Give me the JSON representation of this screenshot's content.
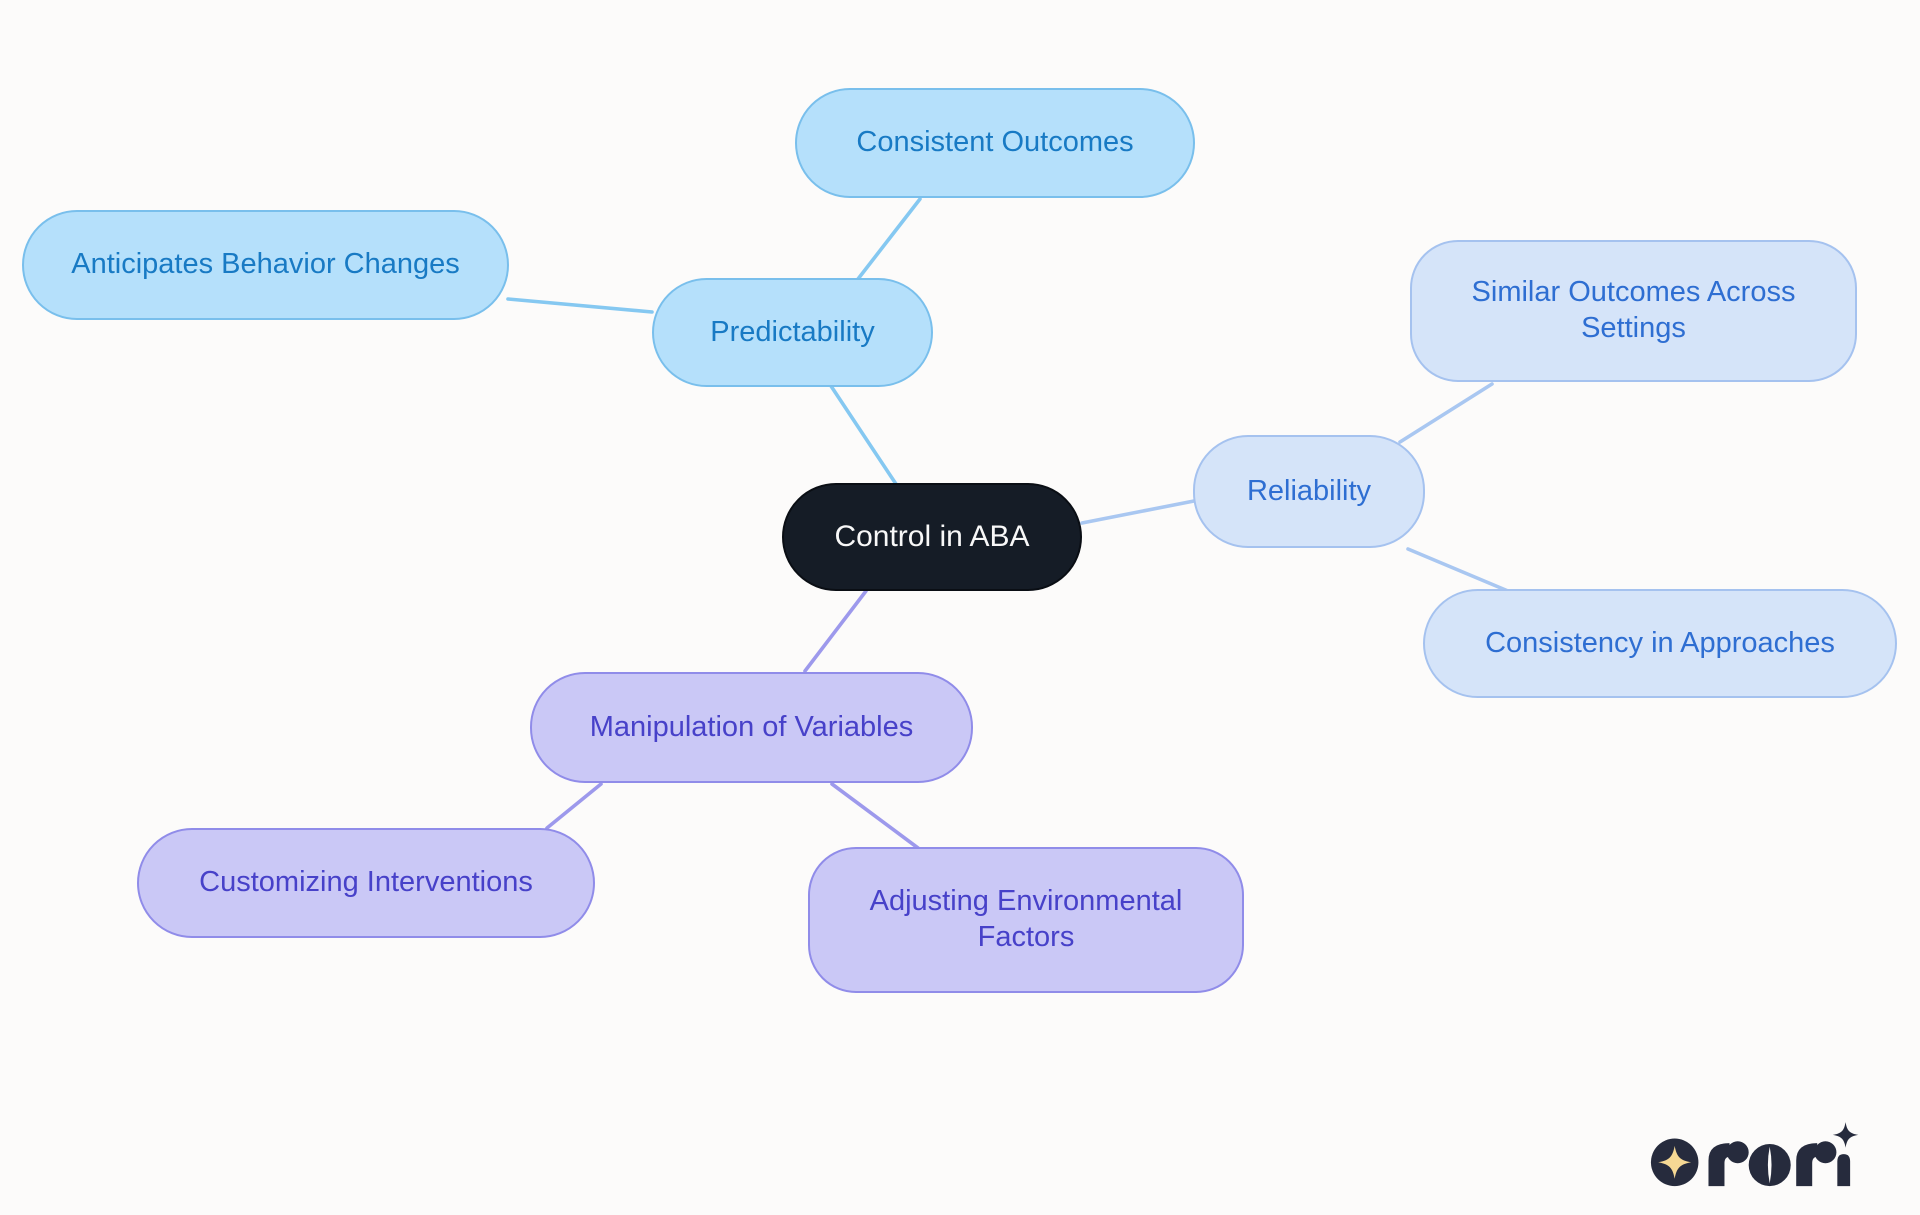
{
  "page": {
    "background_color": "#FCFBFA",
    "type": "mindmap-diagram"
  },
  "mindmap": {
    "root": {
      "label": "Control in ABA"
    },
    "branches": [
      {
        "label": "Predictability",
        "theme": "blue",
        "children": [
          {
            "label": "Consistent Outcomes"
          },
          {
            "label": "Anticipates Behavior Changes"
          }
        ]
      },
      {
        "label": "Reliability",
        "theme": "periwinkle",
        "children": [
          {
            "label": "Similar Outcomes Across Settings"
          },
          {
            "label": "Consistency in Approaches"
          }
        ]
      },
      {
        "label": "Manipulation of Variables",
        "theme": "lavender",
        "children": [
          {
            "label": "Customizing Interventions"
          },
          {
            "label": "Adjusting Environmental Factors"
          }
        ]
      }
    ],
    "colors": {
      "root_fill": "#151C26",
      "root_text": "#F8F8F8",
      "blue_fill": "#B5E0FB",
      "blue_border": "#79BFEC",
      "blue_text": "#187AC4",
      "blue_line": "#85C8F1",
      "periwinkle_fill": "#D5E4F9",
      "periwinkle_border": "#A5C2EF",
      "periwinkle_text": "#2E6ED2",
      "periwinkle_line": "#A9C7F1",
      "lavender_fill": "#CAC8F6",
      "lavender_border": "#908CE9",
      "lavender_text": "#4741C9",
      "lavender_line": "#9D99EC"
    }
  },
  "logo": {
    "brand": "rori",
    "mark_color": "#262B3D",
    "star_color": "#F5D894"
  }
}
